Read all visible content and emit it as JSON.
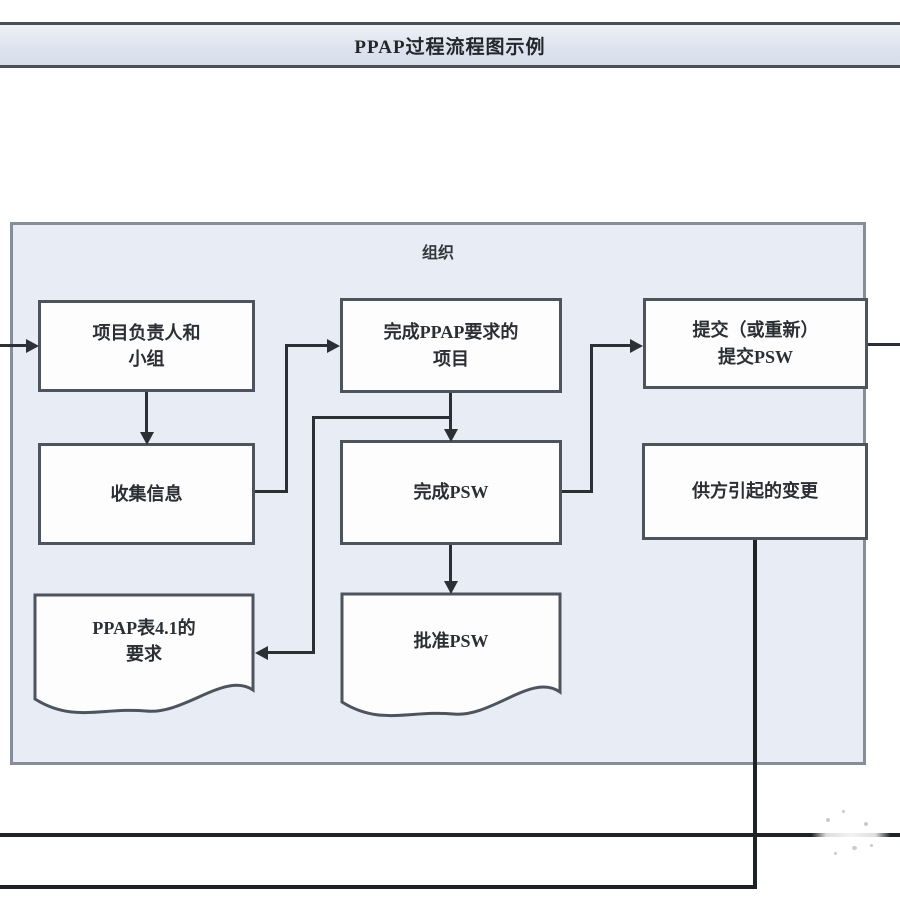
{
  "page": {
    "title": "PPAP过程流程图示例"
  },
  "diagram": {
    "group_label": "组织",
    "nodes": {
      "project_leader": {
        "label": "项目负责人和\n小组"
      },
      "complete_ppap_items": {
        "label": "完成PPAP要求的\n项目"
      },
      "submit_psw": {
        "label": "提交（或重新）\n提交PSW"
      },
      "collect_info": {
        "label": "收集信息"
      },
      "complete_psw": {
        "label": "完成PSW"
      },
      "supplier_changes": {
        "label": "供方引起的变更"
      },
      "ppap_form_requirements": {
        "label": "PPAP表4.1的\n要求"
      },
      "approve_psw": {
        "label": "批准PSW"
      }
    },
    "colors": {
      "titlebar_fill": "#dde3ee",
      "titlebar_border": "#4a4e55",
      "container_fill": "#e7ecf5",
      "container_border": "#868e9a",
      "node_border": "#4d545d",
      "node_fill": "#fdfdfd",
      "connector": "#2c3036"
    }
  }
}
